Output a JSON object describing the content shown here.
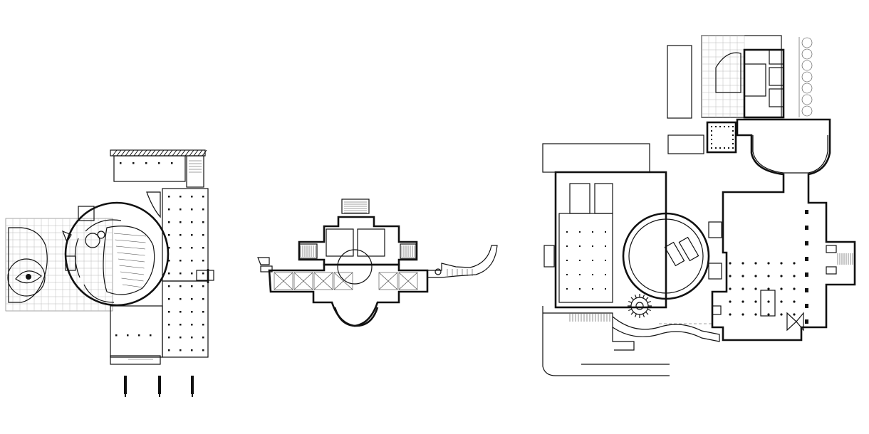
{
  "figure": {
    "description_text": "",
    "plans": [
      {
        "id": "left",
        "kind": "curved-auditorium-plan"
      },
      {
        "id": "center",
        "kind": "baroque-palace-plan"
      },
      {
        "id": "right",
        "kind": "museum-complex-plan"
      }
    ],
    "ink_color": "#111111",
    "grid_color": "#bbbbbb",
    "background_color": "#ffffff"
  }
}
